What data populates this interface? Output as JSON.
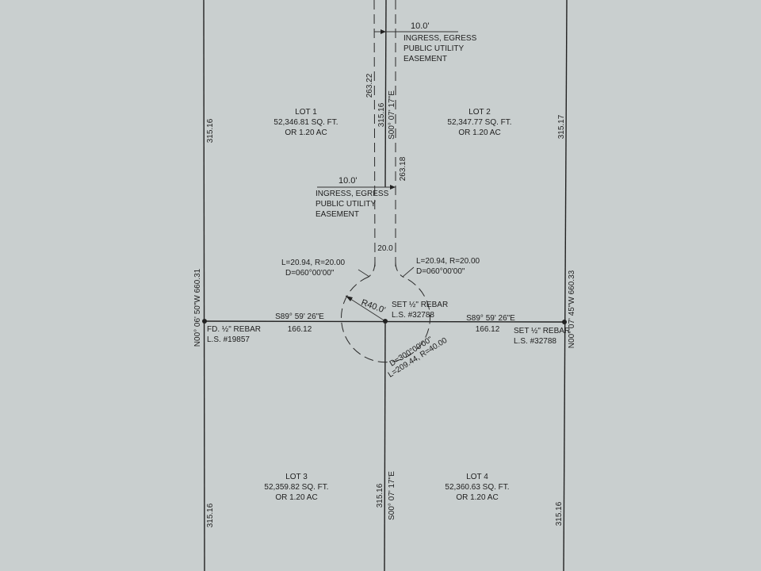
{
  "lots": [
    {
      "name": "LOT 1",
      "area": "52,346.81 SQ. FT.",
      "acres": "OR 1.20 AC"
    },
    {
      "name": "LOT 2",
      "area": "52,347.77 SQ. FT.",
      "acres": "OR 1.20 AC"
    },
    {
      "name": "LOT 3",
      "area": "52,359.82 SQ. FT.",
      "acres": "OR 1.20 AC"
    },
    {
      "name": "LOT 4",
      "area": "52,360.63 SQ. FT.",
      "acres": "OR 1.20 AC"
    }
  ],
  "easement_top": {
    "width": "10.0'",
    "l1": "INGRESS, EGRESS",
    "l2": "PUBLIC UTILITY",
    "l3": "EASEMENT"
  },
  "easement_mid": {
    "width": "10.0'",
    "l1": "INGRESS, EGRESS",
    "l2": "PUBLIC UTILITY",
    "l3": "EASEMENT"
  },
  "dims": {
    "left_top": "315.16",
    "left_bottom": "315.16",
    "right_top": "315.17",
    "right_bottom": "315.16",
    "west_total": "N00° 06' 50\"W 660.31",
    "east_total": "N00° 07' 45\"W 660.33",
    "center_top_bearing": "S00° 07' 17\"E",
    "center_top_dist": "315.16",
    "center_bottom_bearing": "S00° 07' 17\"E",
    "center_bottom_dist": "315.16",
    "ease_left_len": "263.22",
    "ease_right_len": "263.18",
    "ease_width": "20.0",
    "west_bearing": "S89° 59' 26\"E",
    "west_dist": "166.12",
    "east_bearing": "S89° 59' 26\"E",
    "east_dist": "166.12"
  },
  "curves": {
    "left_l1": "L=20.94, R=20.00",
    "left_l2": "D=060°00'00\"",
    "right_l1": "L=20.94, R=20.00",
    "right_l2": "D=060°00'00\"",
    "radius": "R40.0'",
    "cul_l1": "D=300°00'00\"",
    "cul_l2": "L=209.44, R=40.00"
  },
  "monuments": {
    "west_l1": "FD. ½\" REBAR",
    "west_l2": "L.S. #19857",
    "center_l1": "SET ½\" REBAR",
    "center_l2": "L.S. #32788",
    "east_l1": "SET ½\" REBAR",
    "east_l2": "L.S. #32788"
  }
}
